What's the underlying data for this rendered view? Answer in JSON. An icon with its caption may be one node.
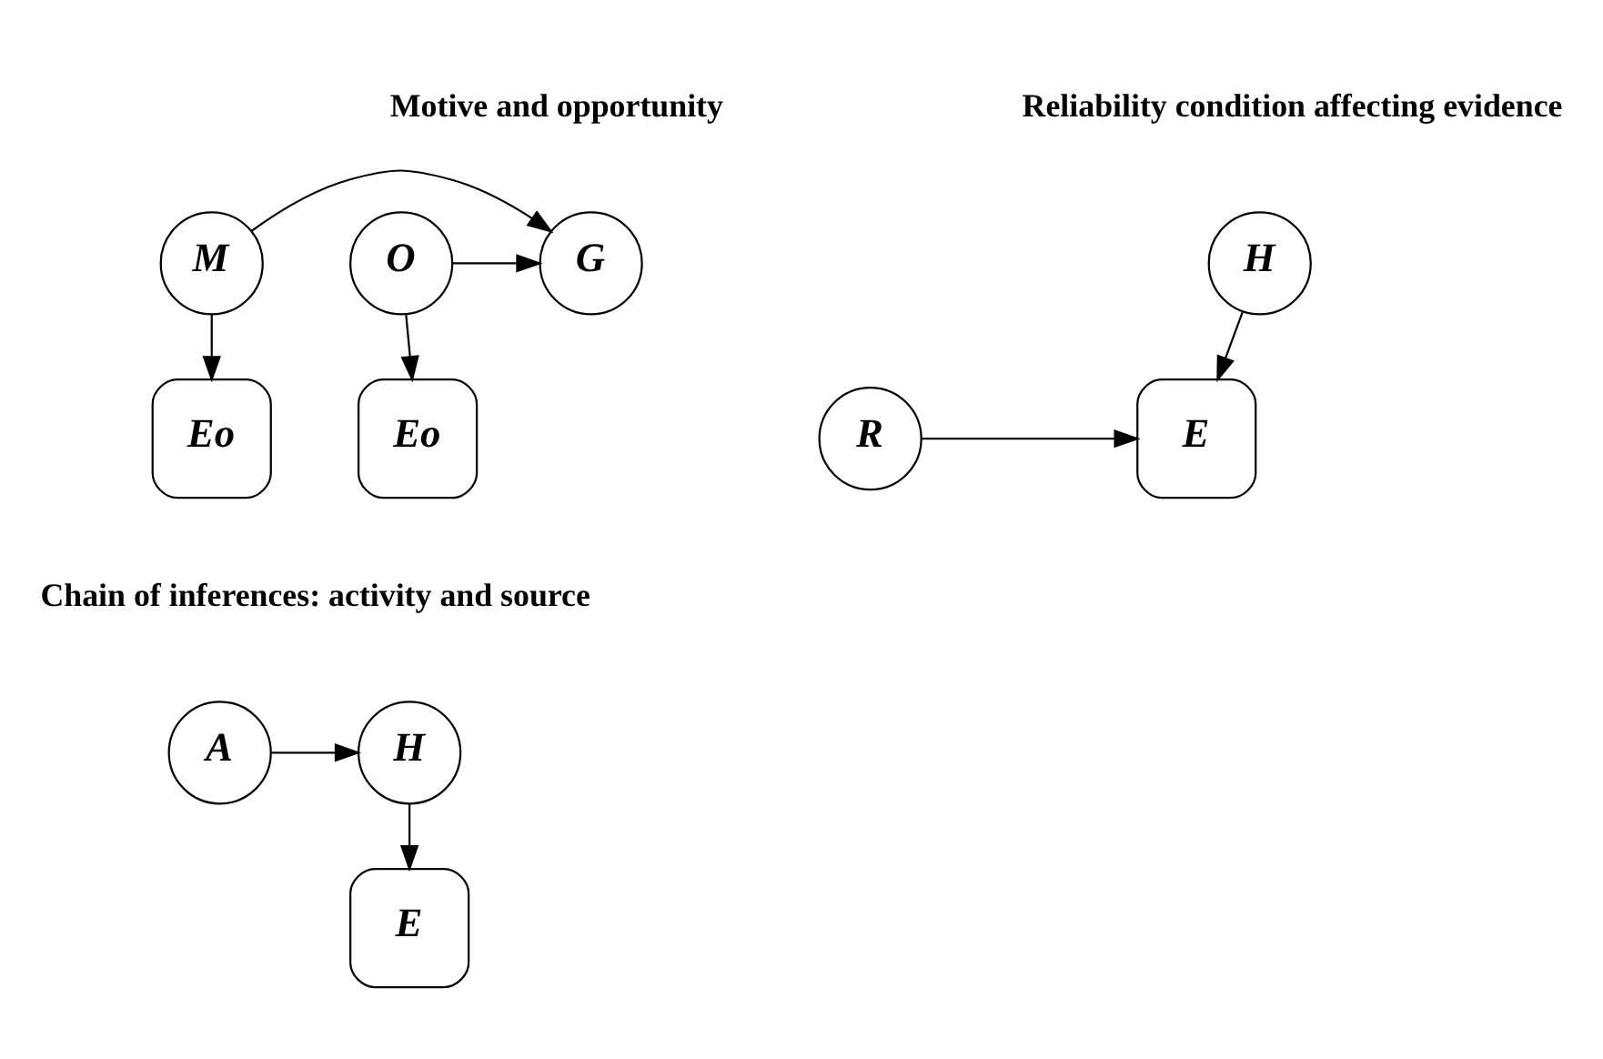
{
  "diagram": {
    "nodes": [
      {
        "text": [
          "M"
        ]
      },
      {
        "text": [
          "G"
        ]
      },
      {
        "text": [
          "O"
        ]
      },
      {
        "text": [
          "Eo"
        ]
      },
      {
        "text": [
          "Eo"
        ]
      },
      {
        "text": [
          "H"
        ]
      },
      {
        "text": [
          "R"
        ]
      },
      {
        "text": [
          "E"
        ]
      },
      {
        "text": [
          "A"
        ]
      },
      {
        "text": [
          "H"
        ]
      },
      {
        "text": [
          "E"
        ]
      }
    ],
    "edges": [
      {
        "from": 0,
        "to": 1,
        "arrow": "to"
      },
      {
        "from": 2,
        "to": 1,
        "arrow": "to"
      },
      {
        "from": 0,
        "to": 3,
        "arrow": "to"
      },
      {
        "from": 2,
        "to": 4,
        "arrow": "to"
      },
      {
        "from": 5,
        "to": 7,
        "arrow": "to"
      },
      {
        "from": 6,
        "to": 7,
        "arrow": "to"
      },
      {
        "from": 8,
        "to": 9,
        "arrow": "to"
      },
      {
        "from": 9,
        "to": 10,
        "arrow": "to"
      }
    ],
    "labels": [
      "Motive and opportunity",
      "Reliability condition affecting evidence",
      "Chain of inferences: activity and source"
    ]
  }
}
